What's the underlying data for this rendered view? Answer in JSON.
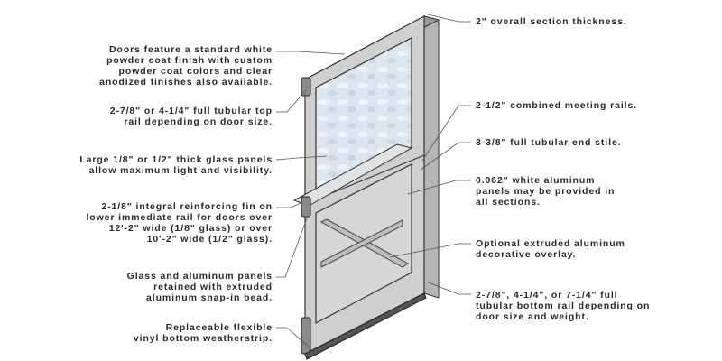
{
  "left_callouts": [
    {
      "lines": [
        "Doors feature a standard white",
        "powder coat finish with custom",
        "powder coat colors and clear",
        "anodized finishes also available."
      ]
    },
    {
      "lines": [
        "2-7/8\" or 4-1/4\" full tubular top",
        "rail depending on door size."
      ]
    },
    {
      "lines": [
        "Large 1/8\" or 1/2\" thick glass panels",
        "allow maximum light and visibility."
      ]
    },
    {
      "lines": [
        "2-1/8\" integral reinforcing fin on",
        "lower immediate rail for doors over",
        "12'-2\" wide (1/8\" glass) or over",
        "10'-2\" wide (1/2\" glass)."
      ]
    },
    {
      "lines": [
        "Glass and aluminum panels",
        "retained with extruded",
        "aluminum snap-in bead."
      ]
    },
    {
      "lines": [
        "Replaceable flexible",
        "vinyl bottom weatherstrip."
      ]
    }
  ],
  "right_callouts": [
    {
      "lines": [
        "2\" overall section thickness."
      ]
    },
    {
      "lines": [
        "2-1/2\" combined meeting rails."
      ]
    },
    {
      "lines": [
        "3-3/8\" full tubular end stile."
      ]
    },
    {
      "lines": [
        "0.062\" white aluminum",
        "panels may be provided in",
        "all sections."
      ]
    },
    {
      "lines": [
        "Optional extruded aluminum",
        "decorative overlay."
      ]
    },
    {
      "lines": [
        "2-7/8\", 4-1/4\", or 7-1/4\" full",
        "tubular bottom rail depending on",
        "door size and weight."
      ]
    }
  ],
  "colors": {
    "frame": "#cfcfcf",
    "glass": "#dbe6ef",
    "panel": "#d6d6d6",
    "outline": "#333333",
    "text": "#2a2a2a"
  }
}
